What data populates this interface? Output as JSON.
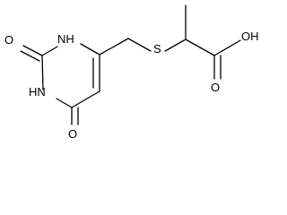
{
  "molecule": {
    "atoms": {
      "o_top": "O",
      "nh_top": "NH",
      "nh_left": "HN",
      "o_bottom": "O",
      "s": "S",
      "oh": "OH",
      "o_acid": "O"
    }
  }
}
